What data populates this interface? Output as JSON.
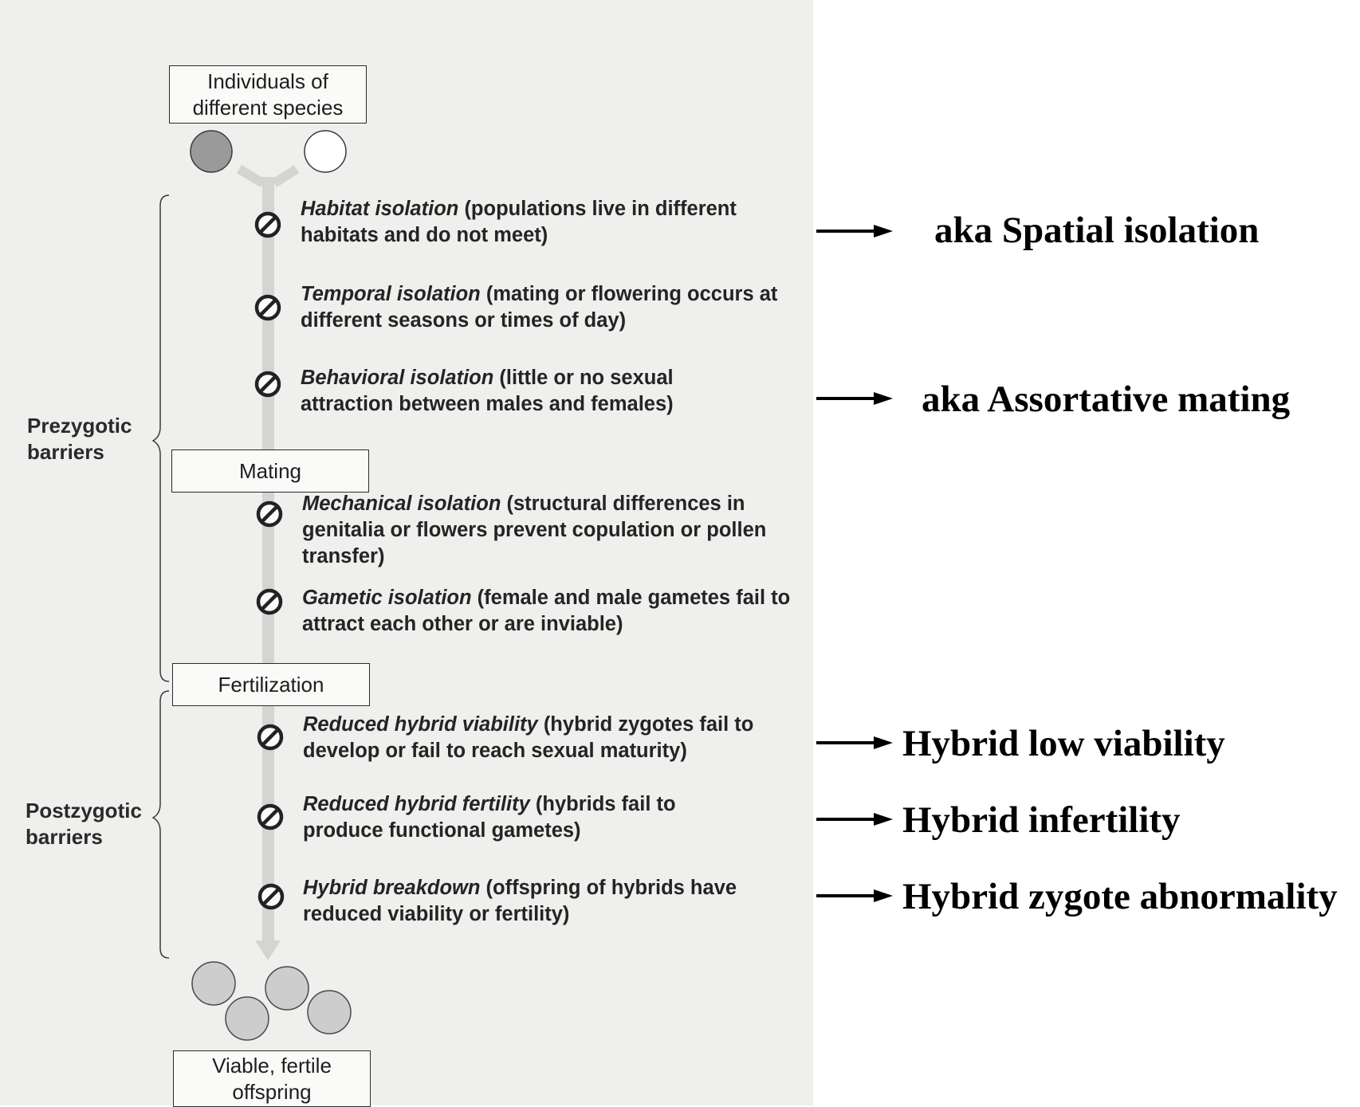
{
  "diagram": {
    "start_box": {
      "line1": "Individuals of",
      "line2": "different species"
    },
    "stage_mating": "Mating",
    "stage_fertilization": "Fertilization",
    "end_box": {
      "line1": "Viable, fertile",
      "line2": "offspring"
    },
    "brace_prezygotic": "Prezygotic\nbarriers",
    "brace_postzygotic": "Postzygotic\nbarriers",
    "barriers": [
      {
        "name": "Habitat isolation",
        "desc": " (populations live in different habitats and do not meet)"
      },
      {
        "name": "Temporal isolation",
        "desc": " (mating or flowering occurs at different seasons or times of day)"
      },
      {
        "name": "Behavioral isolation",
        "desc": " (little or no sexual attraction between males and females)"
      },
      {
        "name": "Mechanical isolation",
        "desc": " (structural differences in genitalia or flowers prevent copulation or pollen transfer)"
      },
      {
        "name": "Gametic isolation",
        "desc": " (female and male gametes fail to attract each other or are inviable)"
      },
      {
        "name": "Reduced hybrid viability",
        "desc": " (hybrid zygotes fail to develop or fail to reach sexual maturity)"
      },
      {
        "name": "Reduced hybrid fertility",
        "desc": " (hybrids fail to produce functional gametes)"
      },
      {
        "name": "Hybrid breakdown",
        "desc": " (offspring of hybrids have reduced viability or fertility)"
      }
    ]
  },
  "annotations": [
    "aka Spatial isolation",
    "aka Assortative mating",
    "Hybrid low viability",
    "Hybrid infertility",
    "Hybrid zygote abnormality"
  ]
}
